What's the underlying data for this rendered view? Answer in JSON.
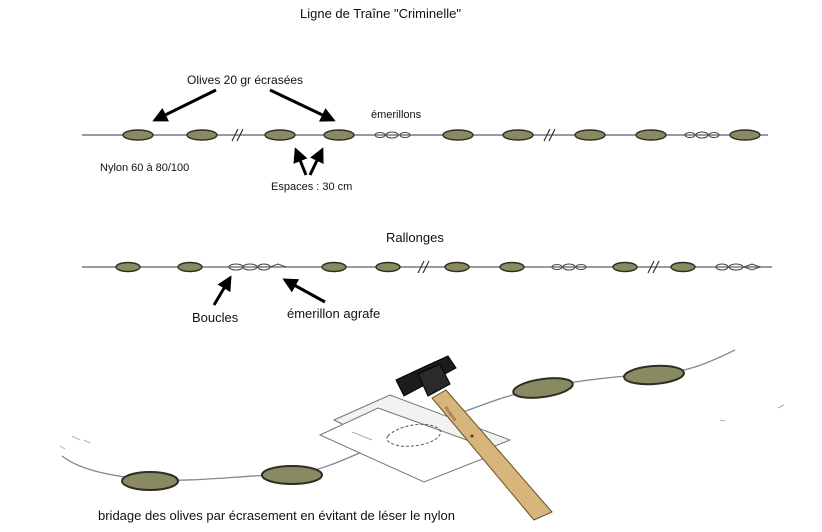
{
  "title": "Ligne de Traîne \"Criminelle\"",
  "labels": {
    "olives": "Olives 20 gr écrasées",
    "emerillons": "émerillons",
    "nylon": "Nylon 60 à 80/100",
    "espaces": "Espaces : 30 cm",
    "rallonges": "Rallonges",
    "boucles": "Boucles",
    "emerillon_agrafe": "émerillon agrafe",
    "bridage": "bridage des olives par écrasement en évitant de léser le nylon"
  },
  "hammer_brand": "Rivierre",
  "colors": {
    "line": "#6f7f88",
    "olive_fill": "#8a8a62",
    "olive_stroke": "#2d2f22",
    "arrow": "#000000",
    "handle": "#d8b57a",
    "hammer_head": "#1a1a1a"
  }
}
